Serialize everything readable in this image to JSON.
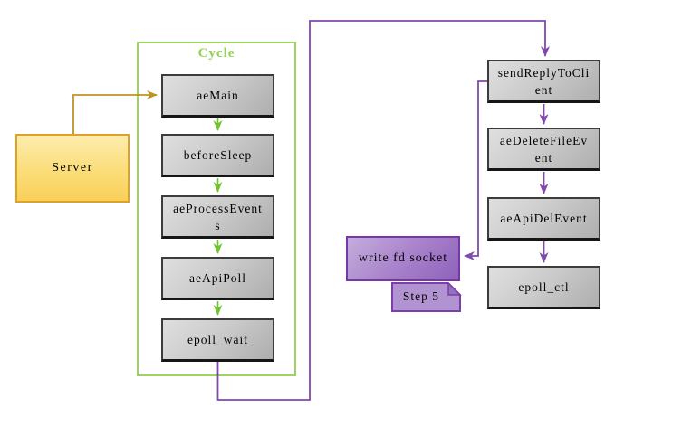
{
  "diagram": {
    "title_hint": "event-loop flowchart",
    "server": {
      "label": "Server"
    },
    "cycle": {
      "title": "Cycle",
      "nodes": [
        {
          "label": "aeMain"
        },
        {
          "label": "beforeSleep"
        },
        {
          "label": "aeProcessEvents"
        },
        {
          "label": "aeApiPoll"
        },
        {
          "label": "epoll_wait"
        }
      ]
    },
    "right_chain": {
      "nodes": [
        {
          "label": "sendReplyToClient"
        },
        {
          "label": "aeDeleteFileEvent"
        },
        {
          "label": "aeApiDelEvent"
        },
        {
          "label": "epoll_ctl"
        }
      ]
    },
    "write_socket": {
      "label": "write fd socket"
    },
    "step_note": {
      "label": "Step 5"
    },
    "edges": [
      {
        "from": "Server",
        "to": "aeMain",
        "color": "gold"
      },
      {
        "from": "aeMain",
        "to": "beforeSleep",
        "color": "green"
      },
      {
        "from": "beforeSleep",
        "to": "aeProcessEvents",
        "color": "green"
      },
      {
        "from": "aeProcessEvents",
        "to": "aeApiPoll",
        "color": "green"
      },
      {
        "from": "aeApiPoll",
        "to": "epoll_wait",
        "color": "green"
      },
      {
        "from": "epoll_wait",
        "to": "sendReplyToClient",
        "color": "purple"
      },
      {
        "from": "sendReplyToClient",
        "to": "aeDeleteFileEvent",
        "color": "purple"
      },
      {
        "from": "aeDeleteFileEvent",
        "to": "aeApiDelEvent",
        "color": "purple"
      },
      {
        "from": "aeApiDelEvent",
        "to": "epoll_ctl",
        "color": "purple"
      },
      {
        "from": "sendReplyToClient",
        "to": "write fd socket",
        "color": "purple"
      }
    ],
    "colors": {
      "cycle_border": "#9bd55c",
      "cycle_title": "#92d050",
      "green_arrow": "#70c22e",
      "purple_arrow": "#8148ae",
      "gold_arrow": "#bf9421",
      "node_fill_light": "#dfdfdf",
      "node_fill_dark": "#aeaeae",
      "node_border": "#3c3c3c",
      "server_fill_light": "#fcecae",
      "server_fill_dark": "#f9d05a",
      "server_border": "#dca324",
      "write_fill_light": "#c4addc",
      "write_fill_dark": "#8e62bb",
      "write_border": "#7638a8",
      "note_fill": "#b093d0",
      "note_fold": "#9670c0",
      "note_border": "#7a3fa8"
    }
  }
}
